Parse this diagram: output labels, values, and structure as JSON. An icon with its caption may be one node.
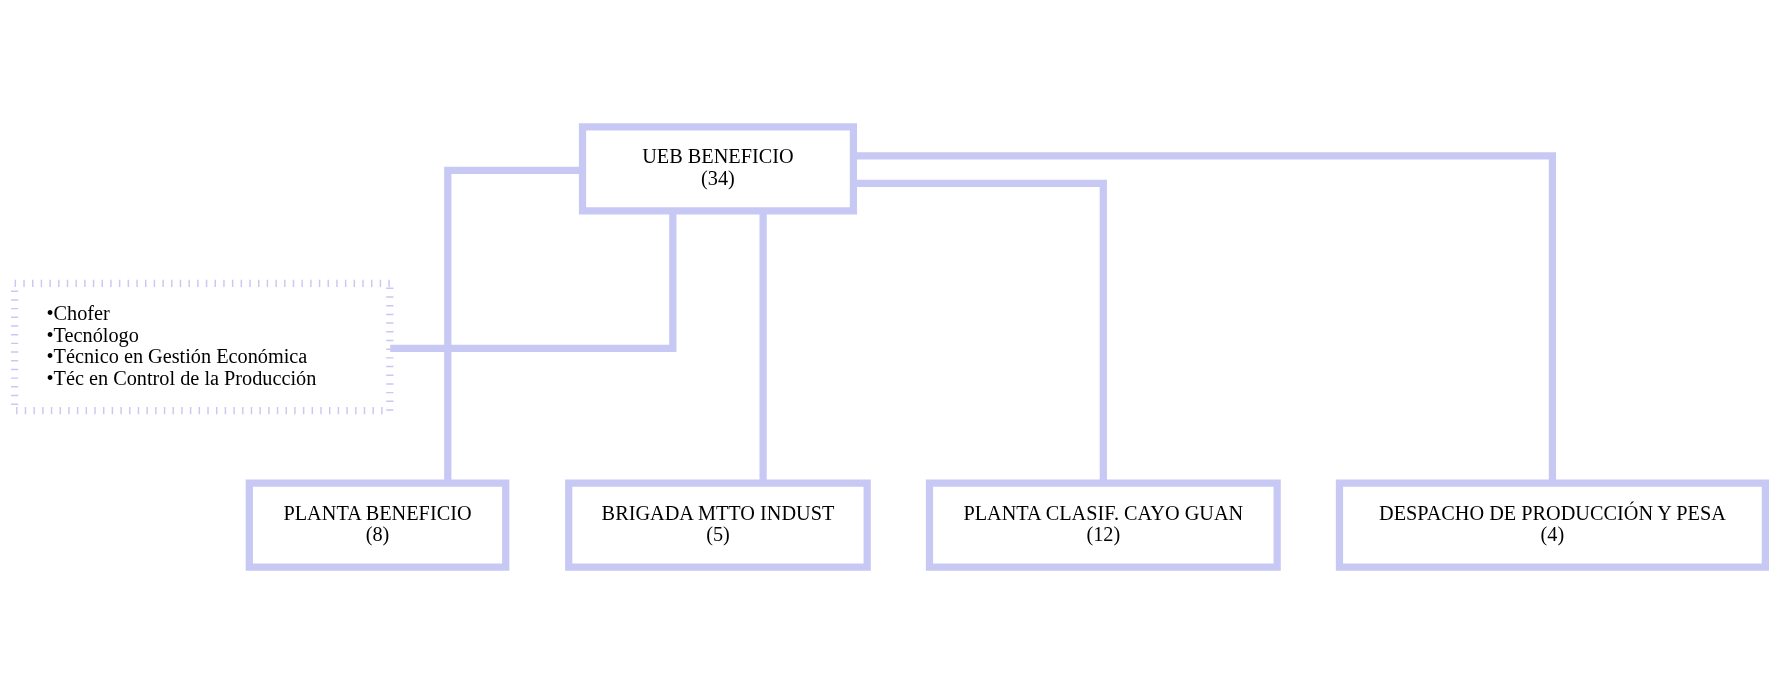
{
  "diagram": {
    "nodes": [
      {
        "text": [
          "UEB BENEFICIO",
          "(34)"
        ]
      },
      {
        "text": [
          "•Chofer",
          "•Tecnólogo",
          "•Técnico en Gestión Económica",
          "•Téc en Control de la Producción"
        ]
      },
      {
        "text": [
          "PLANTA BENEFICIO",
          "(8)"
        ]
      },
      {
        "text": [
          "BRIGADA MTTO INDUST",
          "(5)"
        ]
      },
      {
        "text": [
          "PLANTA CLASIF. CAYO GUAN",
          "(12)"
        ]
      },
      {
        "text": [
          "DESPACHO DE PRODUCCIÓN Y PESA",
          "(4)"
        ]
      }
    ],
    "edges": [
      {
        "from": 0,
        "to": 1,
        "arrow": "none"
      },
      {
        "from": 0,
        "to": 2,
        "arrow": "none"
      },
      {
        "from": 0,
        "to": 3,
        "arrow": "none"
      },
      {
        "from": 0,
        "to": 4,
        "arrow": "none"
      },
      {
        "from": 0,
        "to": 5,
        "arrow": "none"
      }
    ]
  }
}
